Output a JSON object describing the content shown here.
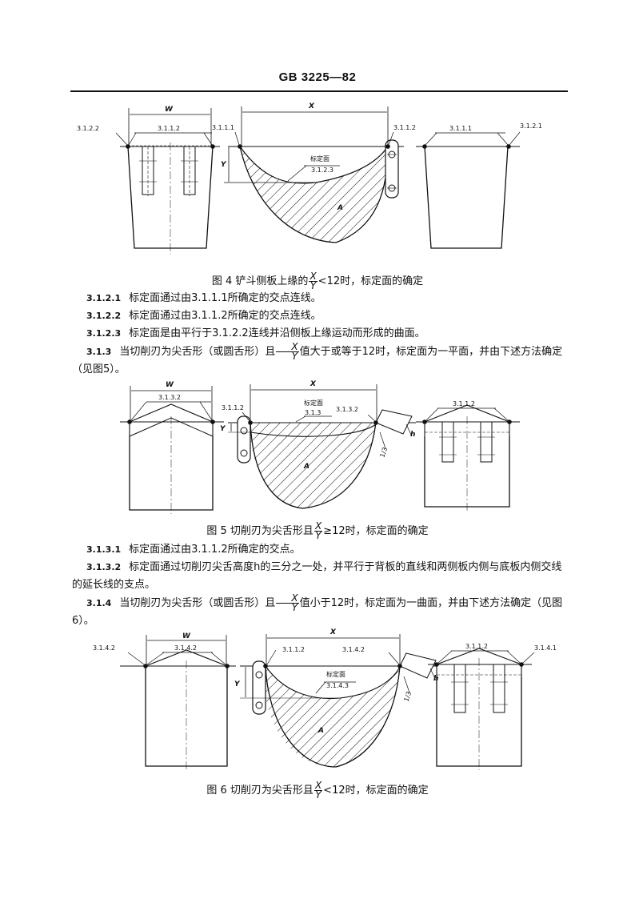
{
  "header": {
    "std_code": "GB 3225—82"
  },
  "labels": {
    "W": "W",
    "X": "X",
    "Y": "Y",
    "A": "A",
    "h": "h",
    "third": "1/3",
    "p3121": "3.1.2.1",
    "p3122": "3.1.2.2",
    "p3123": "3.1.2.3",
    "p3111": "3.1.1.1",
    "p3112": "3.1.1.2",
    "p313": "3.1.3",
    "p3132": "3.1.3.2",
    "p3141": "3.1.4.1",
    "p3142": "3.1.4.2",
    "p3143": "3.1.4.3",
    "surface": "标定面"
  },
  "figures": {
    "fig4": {
      "caption_pre": "图 4  铲斗侧板上缘的",
      "caption_post": "<12时，标定面的确定"
    },
    "fig5": {
      "caption_pre": "图 5  切削刃为尖舌形且",
      "caption_post": "≥12时，标定面的确定"
    },
    "fig6": {
      "caption_pre": "图 6  切削刃为尖舌形且",
      "caption_post": "<12时，标定面的确定"
    }
  },
  "paragraphs": {
    "p3121": {
      "num": "3.1.2.1",
      "text": "标定面通过由3.1.1.1所确定的交点连线。"
    },
    "p3122": {
      "num": "3.1.2.2",
      "text": "标定面通过由3.1.1.2所确定的交点连线。"
    },
    "p3123": {
      "num": "3.1.2.3",
      "text": "标定面是由平行于3.1.2.2连线并沿侧板上缘运动而形成的曲面。"
    },
    "p313": {
      "num": "3.1.3",
      "pre": "当切削刃为尖舌形（或圆舌形）且",
      "post": "值大于或等于12时，标定面为一平面，并由下述方法确定（见图5）。"
    },
    "p3131": {
      "num": "3.1.3.1",
      "text": "标定面通过由3.1.1.2所确定的交点。"
    },
    "p3132": {
      "num": "3.1.3.2",
      "text": "标定面通过切削刃尖舌高度h的三分之一处，并平行于背板的直线和两侧板内侧与底板内侧交线的延长线的支点。"
    },
    "p314": {
      "num": "3.1.4",
      "pre": "当切削刃为尖舌形（或圆舌形）且",
      "post": "值小于12时，标定面为一曲面，并由下述方法确定（见图6）。"
    }
  }
}
